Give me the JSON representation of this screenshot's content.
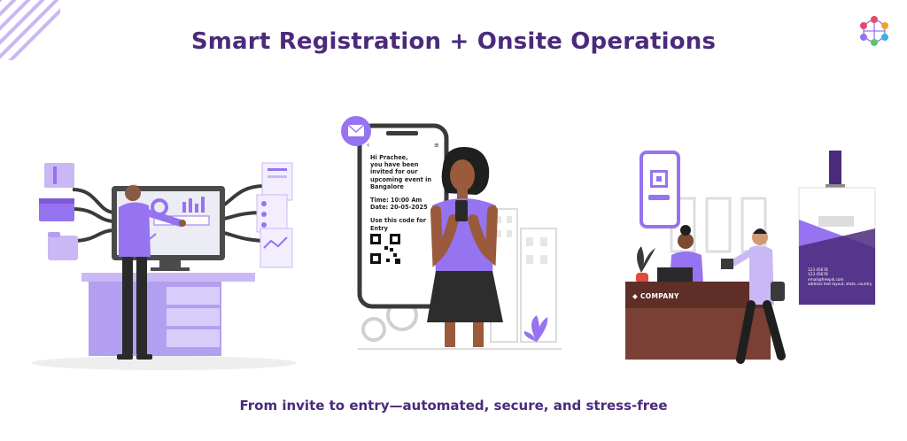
{
  "header": {
    "title": "Smart Registration + Onsite Operations"
  },
  "footer": {
    "tagline": "From invite to entry—automated, secure, and stress-free"
  },
  "phone_message": {
    "greeting": "Hi Prachee,",
    "body": "you have been invited for our upcoming event in Bangalore",
    "time": "Time: 10:00 Am",
    "date": "Date: 20-05-2025",
    "instruction": "Use this code for Entry"
  },
  "reception": {
    "desk_label": "COMPANY",
    "badge_lines": [
      "123 45678",
      "123 45678",
      "email@freepik.com",
      "address text layout, state, country"
    ]
  },
  "icons": [
    "logo-network-icon",
    "mail-icon",
    "menu-icon",
    "back-arrow-icon",
    "qr-code-icon",
    "folder-icon",
    "chart-icon",
    "plant-icon"
  ],
  "colors": {
    "brand_purple": "#4b2a7b",
    "accent_purple": "#9673f0",
    "light_purple": "#c9b8f5",
    "desk_brown": "#7a3f35"
  }
}
